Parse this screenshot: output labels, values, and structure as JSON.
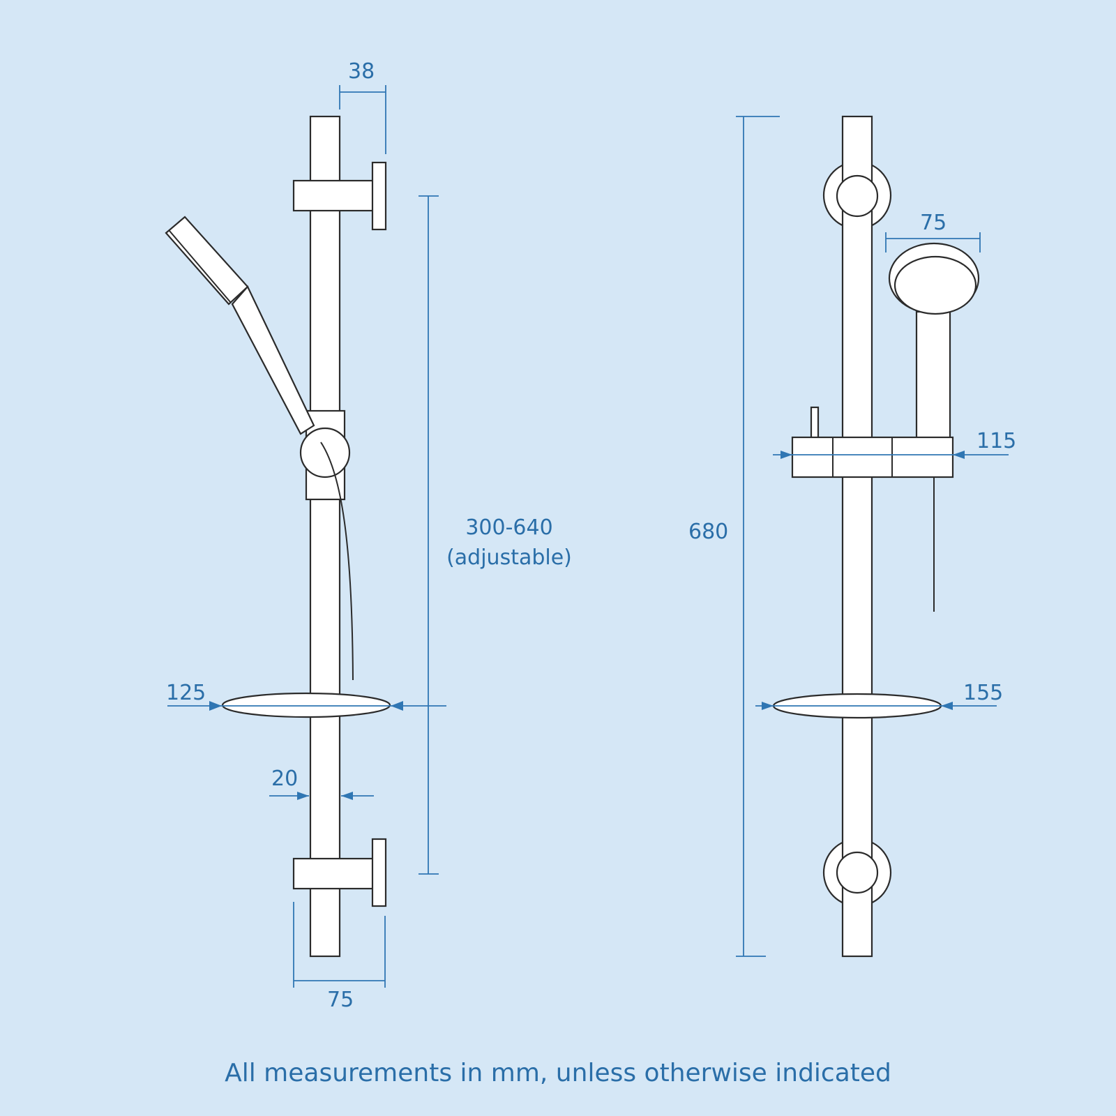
{
  "diagram": {
    "title": "Shower riser rail kit dimension drawing",
    "colors": {
      "background": "#d5e7f6",
      "dimension_line": "#2f76b3",
      "dimension_text": "#2a6ea8",
      "part_outline": "#2b2b2b",
      "part_fill": "#ffffff"
    },
    "side_view": {
      "wall_bracket_depth": "38",
      "rail_adjustable_range_line1": "300-640",
      "rail_adjustable_range_line2": "(adjustable)",
      "soap_dish_width": "125",
      "rail_diameter": "20",
      "bracket_width": "75"
    },
    "front_view": {
      "rail_length": "680",
      "handset_head_diameter": "75",
      "slider_width": "115",
      "soap_dish_width": "155"
    },
    "footer_note": "All measurements in mm, unless otherwise indicated"
  }
}
